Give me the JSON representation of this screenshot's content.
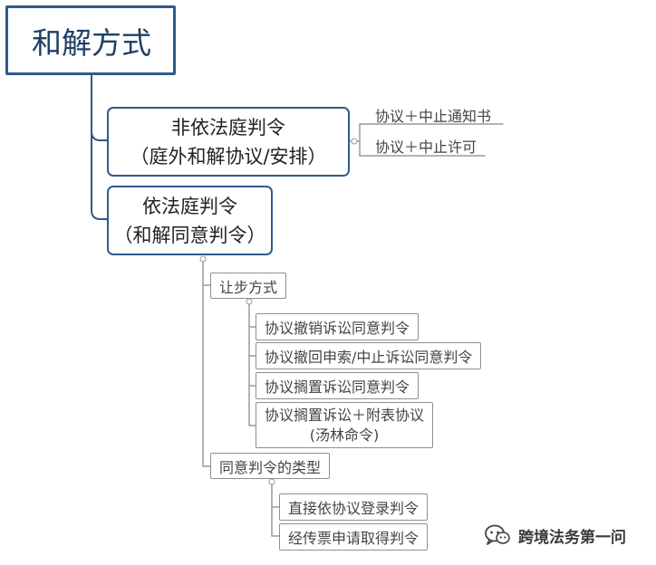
{
  "root": {
    "title": "和解方式"
  },
  "branch_out_of_court": {
    "line1": "非依法庭判令",
    "line2": "（庭外和解协议/安排）",
    "children": [
      "协议＋中止通知书",
      "协议＋中止许可"
    ]
  },
  "branch_court_order": {
    "line1": "依法庭判令",
    "line2": "（和解同意判令）",
    "concession": {
      "label": "让步方式",
      "items": [
        "协议撤销诉讼同意判令",
        "协议撤回申索/中止诉讼同意判令",
        "协议搁置诉讼同意判令",
        "协议搁置诉讼＋附表协议"
      ],
      "item4_line2": "(汤林命令)"
    },
    "types": {
      "label": "同意判令的类型",
      "items": [
        "直接依协议登录判令",
        "经传票申请取得判令"
      ]
    }
  },
  "watermark": {
    "text": "跨境法务第一问",
    "icon": "wechat-icon"
  },
  "colors": {
    "accent": "#2e5b8c",
    "leaf_border": "#8f8f8f",
    "connector": "#9a9a9a"
  }
}
